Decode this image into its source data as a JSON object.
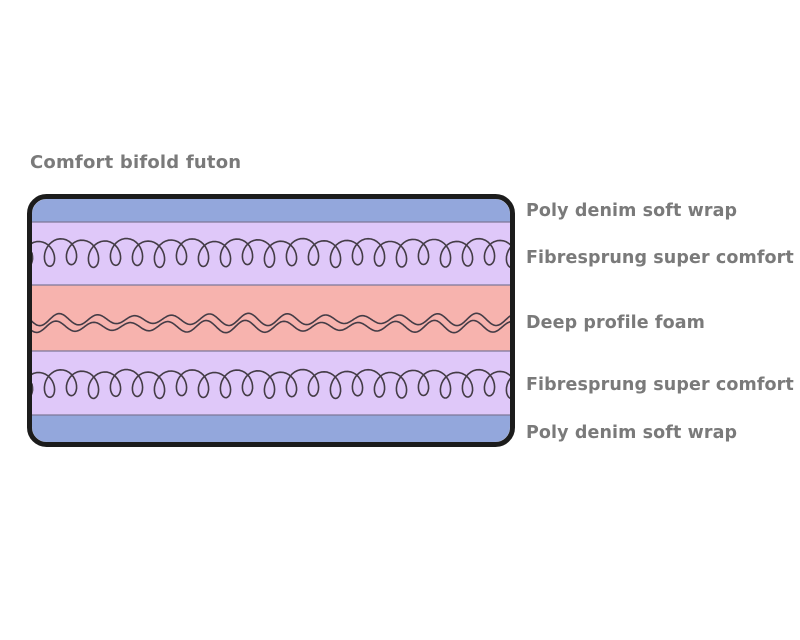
{
  "title": "Comfort bifold futon",
  "layers": [
    {
      "label": "Poly denim soft wrap",
      "color": "#93a7dc",
      "pattern": "none"
    },
    {
      "label": "Fibresprung super comfort",
      "color": "#dfc8f9",
      "pattern": "coils"
    },
    {
      "label": "Deep profile foam",
      "color": "#f7b3ae",
      "pattern": "waves"
    },
    {
      "label": "Fibresprung super comfort",
      "color": "#dfc8f9",
      "pattern": "coils"
    },
    {
      "label": "Poly denim soft wrap",
      "color": "#93a7dc",
      "pattern": "none"
    }
  ],
  "colors": {
    "outline": "#1c1c1c",
    "divider": "#7d7797",
    "pattern_stroke": "#443c46",
    "label_text": "#7a7a7a"
  }
}
